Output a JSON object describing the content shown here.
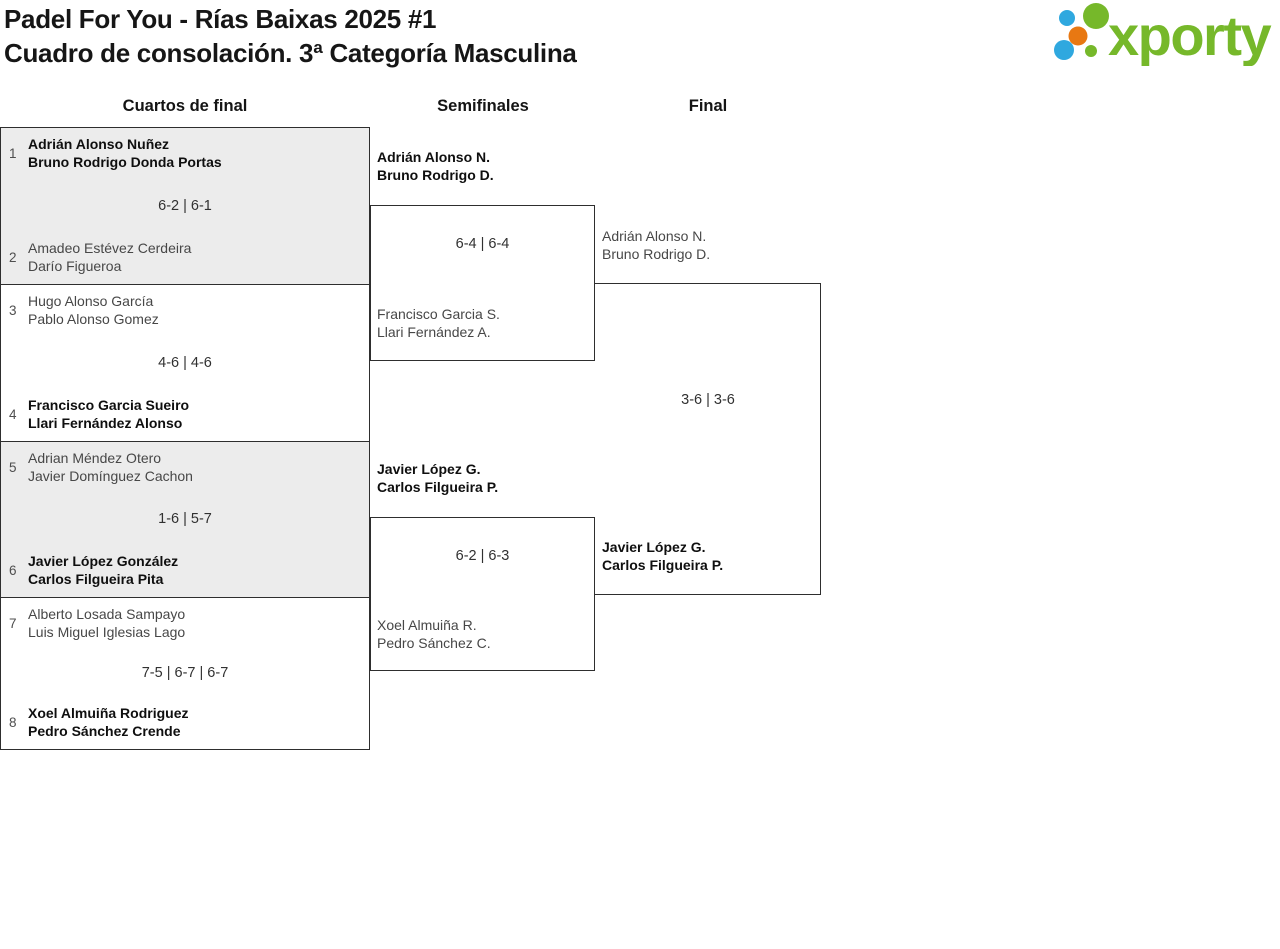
{
  "page": {
    "title": "Padel For You - Rías Baixas 2025 #1",
    "subtitle": "Cuadro de consolación. 3ª Categoría Masculina"
  },
  "logo": {
    "text": "xporty",
    "colors": {
      "green": "#76B82A",
      "blue": "#2FA8DF",
      "orange": "#E87812"
    }
  },
  "bracket": {
    "round_headers": [
      "Cuartos de final",
      "Semifinales",
      "Final"
    ],
    "colors": {
      "box_alt_background": "#ececec",
      "border": "#2e2e2e"
    },
    "quarterfinals": [
      {
        "top": {
          "seed": "1",
          "p1": "Adrián Alonso Nuñez",
          "p2": "Bruno Rodrigo Donda Portas",
          "winner": true
        },
        "score": "6-2 | 6-1",
        "bottom": {
          "seed": "2",
          "p1": "Amadeo Estévez Cerdeira",
          "p2": "Darío Figueroa",
          "winner": false
        }
      },
      {
        "top": {
          "seed": "3",
          "p1": "Hugo Alonso García",
          "p2": "Pablo Alonso Gomez",
          "winner": false
        },
        "score": "4-6 | 4-6",
        "bottom": {
          "seed": "4",
          "p1": "Francisco Garcia Sueiro",
          "p2": "Llari Fernández Alonso",
          "winner": true
        }
      },
      {
        "top": {
          "seed": "5",
          "p1": "Adrian Méndez Otero",
          "p2": "Javier Domínguez Cachon",
          "winner": false
        },
        "score": "1-6 | 5-7",
        "bottom": {
          "seed": "6",
          "p1": "Javier López González",
          "p2": "Carlos Filgueira Pita",
          "winner": true
        }
      },
      {
        "top": {
          "seed": "7",
          "p1": "Alberto Losada Sampayo",
          "p2": "Luis Miguel Iglesias Lago",
          "winner": false
        },
        "score": "7-5 | 6-7 | 6-7",
        "bottom": {
          "seed": "8",
          "p1": "Xoel Almuiña Rodriguez",
          "p2": "Pedro Sánchez Crende",
          "winner": true
        }
      }
    ],
    "semifinals": [
      {
        "top": {
          "p1": "Adrián Alonso N.",
          "p2": "Bruno Rodrigo D.",
          "winner": true
        },
        "score": "6-4 | 6-4",
        "bottom": {
          "p1": "Francisco Garcia S.",
          "p2": "Llari Fernández A.",
          "winner": false
        }
      },
      {
        "top": {
          "p1": "Javier López G.",
          "p2": "Carlos Filgueira P.",
          "winner": true
        },
        "score": "6-2 | 6-3",
        "bottom": {
          "p1": "Xoel Almuiña R.",
          "p2": "Pedro Sánchez C.",
          "winner": false
        }
      }
    ],
    "final": {
      "top": {
        "p1": "Adrián Alonso N.",
        "p2": "Bruno Rodrigo D.",
        "winner": false
      },
      "score": "3-6 | 3-6",
      "bottom": {
        "p1": "Javier López G.",
        "p2": "Carlos Filgueira P.",
        "winner": true
      }
    }
  }
}
